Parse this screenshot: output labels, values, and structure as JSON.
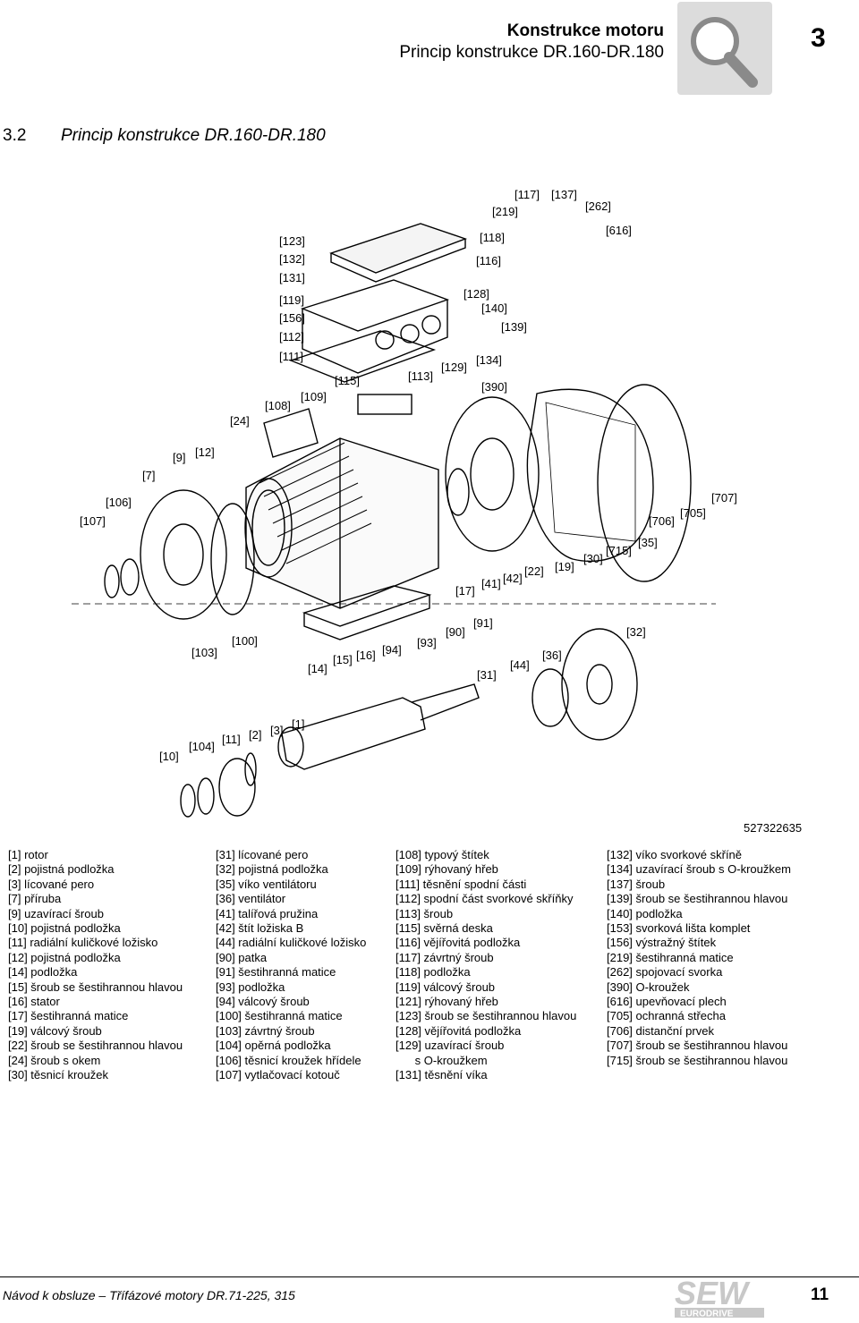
{
  "header": {
    "title": "Konstrukce motoru",
    "subtitle": "Princip konstrukce DR.160-DR.180",
    "chapter_number": "3",
    "chapter_icon": "magnifier-icon"
  },
  "section": {
    "number": "3.2",
    "title": "Princip konstrukce DR.160-DR.180"
  },
  "figure": {
    "labels": [
      "[117]",
      "[137]",
      "[219]",
      "[262]",
      "[118]",
      "[616]",
      "[123]",
      "[132]",
      "[116]",
      "[131]",
      "[128]",
      "[119]",
      "[140]",
      "[156]",
      "[139]",
      "[112]",
      "[111]",
      "[134]",
      "[129]",
      "[113]",
      "[115]",
      "[390]",
      "[109]",
      "[108]",
      "[24]",
      "[12]",
      "[9]",
      "[7]",
      "[707]",
      "[106]",
      "[705]",
      "[107]",
      "[706]",
      "[35]",
      "[715]",
      "[30]",
      "[19]",
      "[22]",
      "[42]",
      "[41]",
      "[17]",
      "[91]",
      "[90]",
      "[32]",
      "[100]",
      "[93]",
      "[94]",
      "[103]",
      "[16]",
      "[36]",
      "[15]",
      "[44]",
      "[14]",
      "[31]",
      "[1]",
      "[3]",
      "[2]",
      "[11]",
      "[104]",
      "[10]"
    ],
    "document_id": "527322635"
  },
  "legend": {
    "col1": [
      "[1] rotor",
      "[2] pojistná podložka",
      "[3] lícované pero",
      "[7] příruba",
      "[9] uzavírací šroub",
      "[10] pojistná podložka",
      "[11] radiální kuličkové ložisko",
      "[12] pojistná podložka",
      "[14] podložka",
      "[15] šroub se šestihrannou hlavou",
      "[16] stator",
      "[17] šestihranná matice",
      "[19] válcový šroub",
      "[22] šroub se šestihrannou hlavou",
      "[24] šroub s okem",
      "[30] těsnicí kroužek"
    ],
    "col2": [
      "[31] lícované pero",
      "[32] pojistná podložka",
      "[35] víko ventilátoru",
      "[36] ventilátor",
      "[41] talířová pružina",
      "[42] štít ložiska B",
      "[44] radiální kuličkové ložisko",
      "[90] patka",
      "[91] šestihranná matice",
      "[93] podložka",
      "[94] válcový šroub",
      "[100] šestihranná matice",
      "[103] závrtný šroub",
      "[104] opěrná podložka",
      "[106] těsnicí kroužek hřídele",
      "[107] vytlačovací kotouč"
    ],
    "col3": [
      "[108] typový štítek",
      "[109] rýhovaný hřeb",
      "[111] těsnění spodní části",
      "[112] spodní část svorkové skříňky",
      "[113] šroub",
      "[115] svěrná deska",
      "[116] vějířovitá podložka",
      "[117] závrtný šroub",
      "[118] podložka",
      "[119] válcový šroub",
      "[121] rýhovaný hřeb",
      "[123] šroub se šestihrannou hlavou",
      "[128] vějířovitá podložka",
      "[129] uzavírací šroub",
      "      s O-kroužkem",
      "[131] těsnění víka"
    ],
    "col4": [
      "[132] víko svorkové skříně",
      "[134] uzavírací šroub s O-kroužkem",
      "[137] šroub",
      "[139] šroub se šestihrannou hlavou",
      "[140] podložka",
      "[153] svorková lišta komplet",
      "[156] výstražný štítek",
      "[219] šestihranná matice",
      "[262] spojovací svorka",
      "[390] O-kroužek",
      "[616] upevňovací plech",
      "[705] ochranná střecha",
      "[706] distanční prvek",
      "[707] šroub se šestihrannou hlavou",
      "[715] šroub se šestihrannou hlavou"
    ]
  },
  "footer": {
    "text": "Návod k obsluze – Třífázové motory DR.71-225, 315",
    "logo_text": "SEW",
    "logo_subtext": "EURODRIVE",
    "page_number": "11"
  }
}
